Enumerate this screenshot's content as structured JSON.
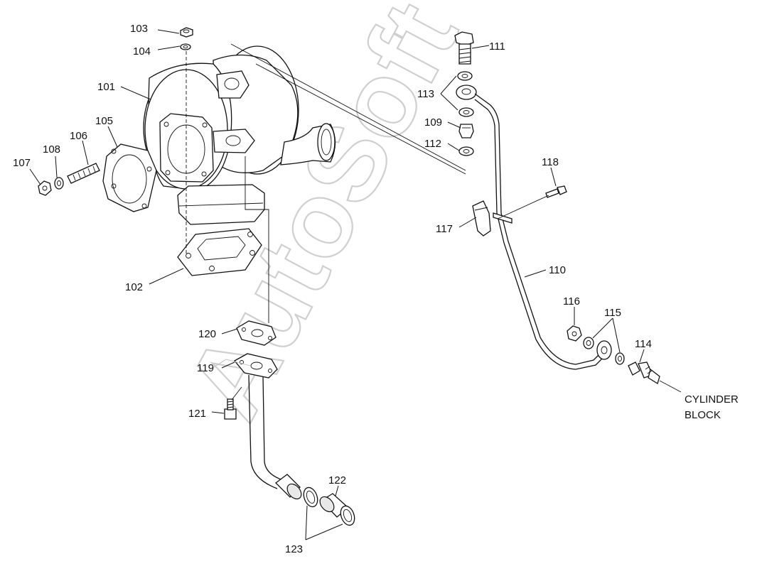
{
  "watermark": "AutoSoft",
  "labels": {
    "p101": "101",
    "p102": "102",
    "p103": "103",
    "p104": "104",
    "p105": "105",
    "p106": "106",
    "p107": "107",
    "p108": "108",
    "p109": "109",
    "p110": "110",
    "p111": "111",
    "p112": "112",
    "p113": "113",
    "p114": "114",
    "p115": "115",
    "p116": "116",
    "p117": "117",
    "p118": "118",
    "p119": "119",
    "p120": "120",
    "p121": "121",
    "p122": "122",
    "p123": "123"
  },
  "note": {
    "line1": "CYLINDER",
    "line2": "BLOCK"
  }
}
